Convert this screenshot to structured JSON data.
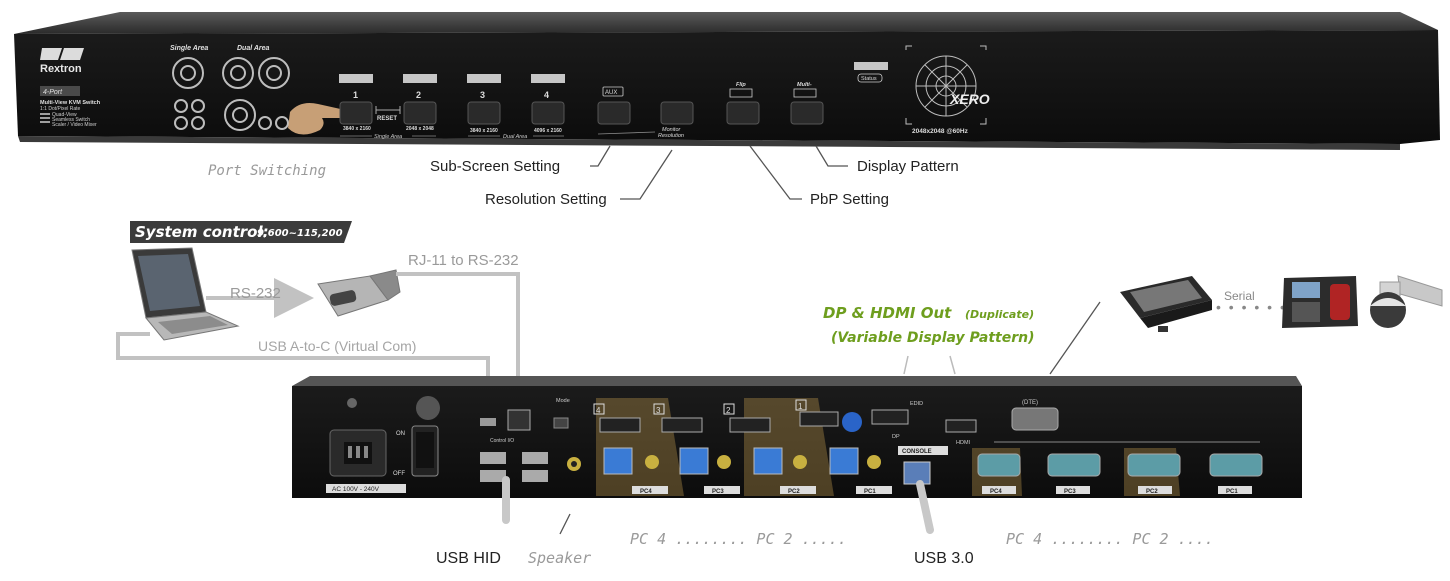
{
  "front_panel": {
    "brand": "Rextron",
    "model_badge": "4-Port",
    "model_lines": [
      "Multi-View KVM Switch",
      "1:1 Dot/Pixel Rate",
      "Quad-View",
      "Seamless Switch",
      "Scaler / Video Mixer"
    ],
    "single_area_label": "Single Area",
    "dual_area_label": "Dual Area",
    "port_buttons": [
      {
        "number": "1",
        "resolution": "3840 x 2160"
      },
      {
        "number": "2",
        "resolution": "2048 x 2048"
      },
      {
        "number": "3",
        "resolution": "3840 x 2160"
      },
      {
        "number": "4",
        "resolution": "4096 x 2160"
      }
    ],
    "reset_label": "RESET",
    "group_single": "Single Area",
    "group_dual": "Dual Area",
    "aux_label": "AUX",
    "monitor_resolution_label": [
      "Monitor",
      "Resolution"
    ],
    "flip_label": "Flip",
    "multi_label": "Multi-",
    "status_label": "Status",
    "xero_logo": "XERO",
    "xero_spec": "2048x2048 @60Hz"
  },
  "callouts": {
    "port_switching": "Port Switching",
    "sub_screen": "Sub-Screen Setting",
    "resolution": "Resolution Setting",
    "pbp": "PbP Setting",
    "display_pattern": "Display Pattern"
  },
  "system_control": {
    "label": "System control:",
    "baud": "9,600~115,200",
    "rs232": "RS-232",
    "rj11": "RJ-11 to RS-232",
    "usb_virtual": "USB A-to-C (Virtual Com)"
  },
  "video_out": {
    "line1": "DP & HDMI Out",
    "line1_note": "(Duplicate)",
    "line2": "(Variable Display Pattern)"
  },
  "serial": {
    "label": "Serial"
  },
  "rear_panel": {
    "on": "ON",
    "off": "OFF",
    "ac_label": "AC 100V - 240V",
    "mode_label": "Mode",
    "control_label": "Control I/O",
    "port_numbers": [
      "4",
      "3",
      "2",
      "1"
    ],
    "pc_tags": [
      "PC4",
      "PC3",
      "PC2",
      "PC1"
    ],
    "dp_label": "DP",
    "hdmi_label": "HDMI",
    "console_label": "CONSOLE",
    "dte_label": "(DTE)",
    "edid_label": "EDID",
    "serial_tags": [
      "PC4",
      "PC3",
      "PC2",
      "PC1"
    ]
  },
  "bottom_labels": {
    "usb_hid": "USB HID",
    "speaker": "Speaker",
    "pc_left": "PC 4 ........ PC 2 .....",
    "usb3": "USB 3.0",
    "pc_right": "PC 4 ........ PC 2 ...."
  }
}
